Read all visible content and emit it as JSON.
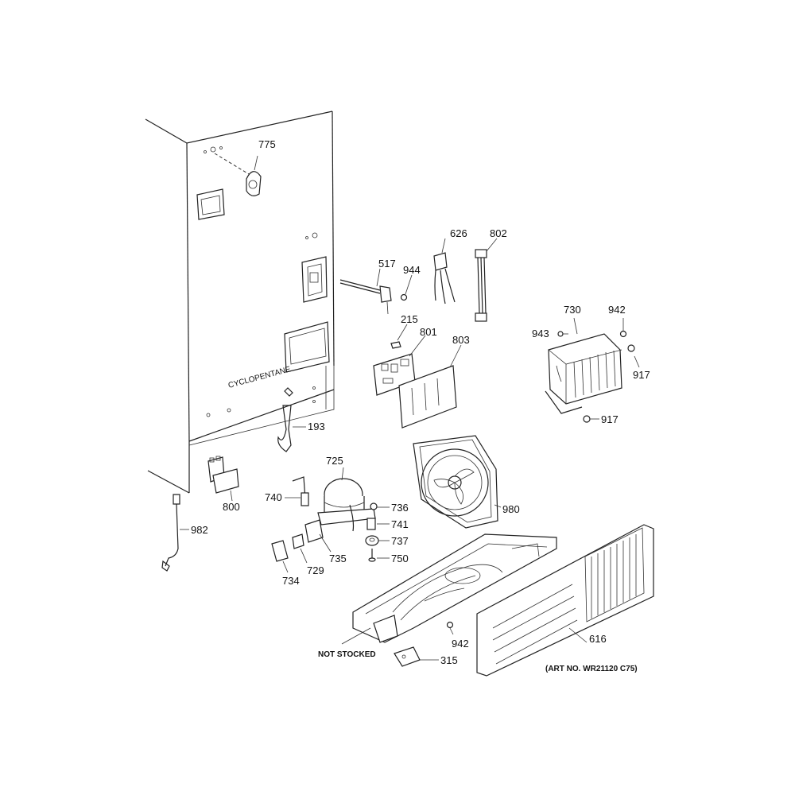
{
  "diagram": {
    "callouts": {
      "p775": "775",
      "p626": "626",
      "p802": "802",
      "p517": "517",
      "p944": "944",
      "p215": "215",
      "p801": "801",
      "p803": "803",
      "p730": "730",
      "p942a": "942",
      "p943": "943",
      "p917a": "917",
      "p917b": "917",
      "p193": "193",
      "p725": "725",
      "p740": "740",
      "p736": "736",
      "p741": "741",
      "p737": "737",
      "p750": "750",
      "p735": "735",
      "p729": "729",
      "p734": "734",
      "p800": "800",
      "p982": "982",
      "p980": "980",
      "p942b": "942",
      "p616": "616",
      "p315": "315"
    },
    "cabinet_text": "CYCLOPENTANE",
    "not_stocked": "NOT STOCKED",
    "art_no": "(ART NO. WR21120 C75)"
  }
}
